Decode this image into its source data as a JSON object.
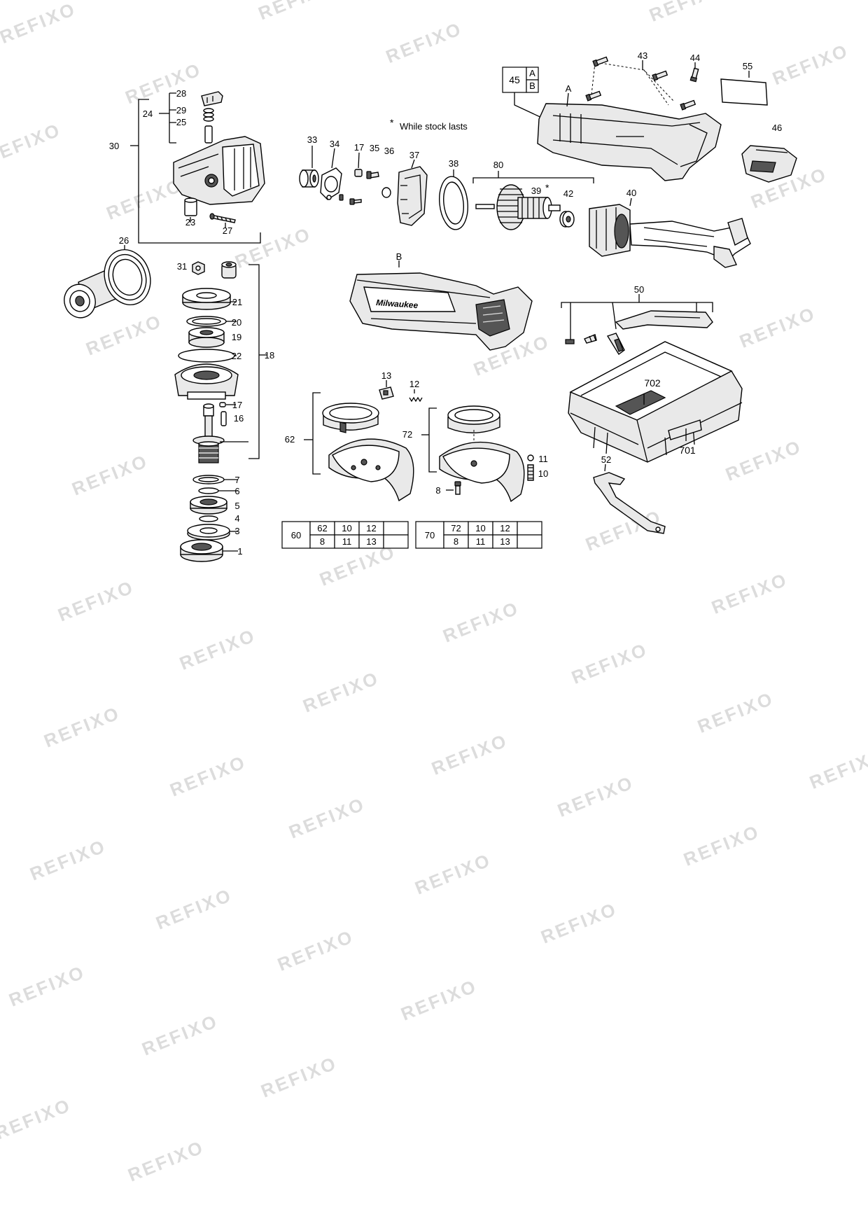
{
  "watermark": "REFIXO",
  "note": {
    "star": "*",
    "text": "While stock lasts"
  },
  "callouts": [
    {
      "id": "c1",
      "text": "1"
    },
    {
      "id": "c3",
      "text": "3"
    },
    {
      "id": "c4",
      "text": "4"
    },
    {
      "id": "c5",
      "text": "5"
    },
    {
      "id": "c6",
      "text": "6"
    },
    {
      "id": "c7",
      "text": "7"
    },
    {
      "id": "c8a",
      "text": "8"
    },
    {
      "id": "c10",
      "text": "10"
    },
    {
      "id": "c11",
      "text": "11"
    },
    {
      "id": "c12",
      "text": "12"
    },
    {
      "id": "c13",
      "text": "13"
    },
    {
      "id": "c16",
      "text": "16"
    },
    {
      "id": "c17a",
      "text": "17"
    },
    {
      "id": "c17b",
      "text": "17"
    },
    {
      "id": "c18",
      "text": "18"
    },
    {
      "id": "c19",
      "text": "19"
    },
    {
      "id": "c20",
      "text": "20"
    },
    {
      "id": "c21",
      "text": "21"
    },
    {
      "id": "c22",
      "text": "22"
    },
    {
      "id": "c23",
      "text": "23"
    },
    {
      "id": "c24",
      "text": "24"
    },
    {
      "id": "c25",
      "text": "25"
    },
    {
      "id": "c26",
      "text": "26"
    },
    {
      "id": "c27",
      "text": "27"
    },
    {
      "id": "c28",
      "text": "28"
    },
    {
      "id": "c29",
      "text": "29"
    },
    {
      "id": "c30",
      "text": "30"
    },
    {
      "id": "c31",
      "text": "31"
    },
    {
      "id": "c33",
      "text": "33"
    },
    {
      "id": "c34",
      "text": "34"
    },
    {
      "id": "c35",
      "text": "35"
    },
    {
      "id": "c36",
      "text": "36"
    },
    {
      "id": "c37",
      "text": "37"
    },
    {
      "id": "c38",
      "text": "38"
    },
    {
      "id": "c39",
      "text": "39"
    },
    {
      "id": "c40",
      "text": "40"
    },
    {
      "id": "c42",
      "text": "42"
    },
    {
      "id": "c43",
      "text": "43"
    },
    {
      "id": "c44",
      "text": "44"
    },
    {
      "id": "c46",
      "text": "46"
    },
    {
      "id": "c50",
      "text": "50"
    },
    {
      "id": "c52",
      "text": "52"
    },
    {
      "id": "c55",
      "text": "55"
    },
    {
      "id": "c62",
      "text": "62"
    },
    {
      "id": "c72",
      "text": "72"
    },
    {
      "id": "c80",
      "text": "80"
    },
    {
      "id": "c701",
      "text": "701"
    },
    {
      "id": "c702",
      "text": "702"
    },
    {
      "id": "cA",
      "text": "A"
    },
    {
      "id": "cB",
      "text": "B"
    }
  ],
  "box45": {
    "number": "45",
    "a": "A",
    "b": "B"
  },
  "table60": {
    "head": "60",
    "row1": [
      "62",
      "10",
      "12",
      ""
    ],
    "row2": [
      "8",
      "11",
      "13",
      ""
    ]
  },
  "table70": {
    "head": "70",
    "row1": [
      "72",
      "10",
      "12",
      ""
    ],
    "row2": [
      "8",
      "11",
      "13",
      ""
    ]
  },
  "brand_mark": "Milwaukee"
}
